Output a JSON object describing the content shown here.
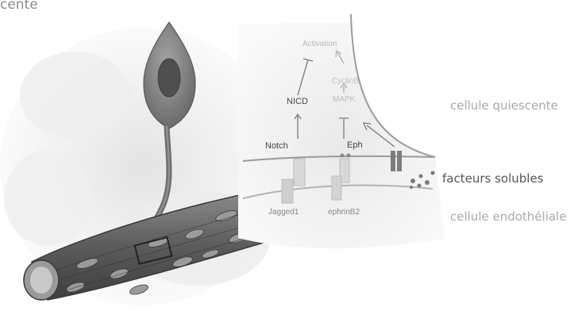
{
  "top_label": "cente",
  "diagram": {
    "pathway": {
      "activation": "Activation",
      "cycline": "CyclinB",
      "nicd": "NICD",
      "mapk": "MAPK",
      "notch": "Notch",
      "eph": "Eph",
      "jagged": "Jagged1",
      "ephrin": "ephrinB2"
    }
  },
  "labels": {
    "quiescent": "cellule quiescente",
    "soluble": "facteurs solubles",
    "endothelial": "cellule endothéliale"
  },
  "colors": {
    "cell_body": "#8a8a8a",
    "vessel": "#6e6e6e",
    "faded_text": "#b9b9b9",
    "dark_text": "#444444"
  }
}
